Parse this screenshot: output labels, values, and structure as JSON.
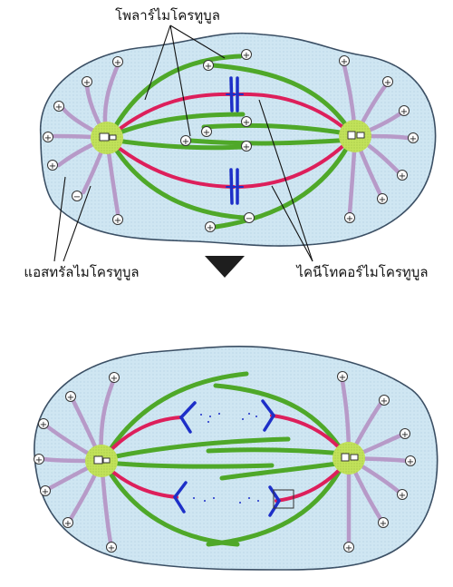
{
  "labels": {
    "polar": "โพลาร์ไมโครทูบูล",
    "astral": "แอสทรัลไมโครทูบูล",
    "kinetochore": "ไคนีโทคอร์ไมโครทูบูล"
  },
  "symbols": {
    "plus": "+",
    "minus": "−"
  },
  "colors": {
    "cell_fill": "#cfe6f2",
    "cell_stroke": "#3a4e63",
    "polar": "#4fa829",
    "kinetochore": "#dd1f5b",
    "astral": "#b79ac8",
    "centrosome": "#c2e25a",
    "chromosome": "#1d2fc8",
    "arrow": "#1e1e1e"
  }
}
